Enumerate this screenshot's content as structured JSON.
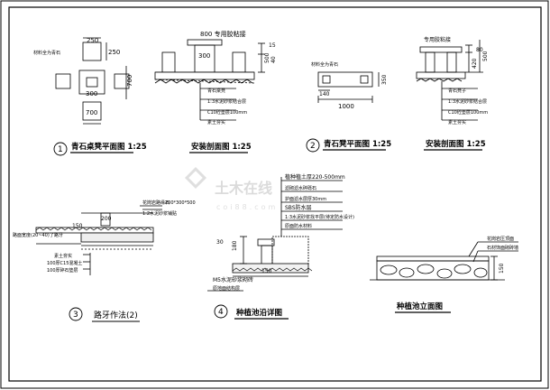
{
  "drawings": {
    "d1": {
      "number": "1",
      "title": "青石桌凳平面图 1:25",
      "material_label": "材料全为青石",
      "dims": {
        "stool_w": "250",
        "stool_h": "250",
        "center": "300",
        "table_w": "700",
        "overall": "700"
      }
    },
    "d1s": {
      "title": "安装剖面图 1:25",
      "top_label": "800 专用胶粘接",
      "dims": {
        "d300": "300",
        "d500": "500",
        "d15": "15",
        "d40": "40"
      },
      "layers": [
        "青石桌凳",
        "1:3水泥砂浆结合层",
        "C10砼垫层100mm",
        "素土夯实"
      ]
    },
    "d2": {
      "number": "2",
      "title": "青石凳平面图 1:25",
      "material_label": "材料全为青石",
      "dims": {
        "d140": "140",
        "d1000": "1000",
        "d350": "350"
      }
    },
    "d2s": {
      "title": "安装剖面图 1:25",
      "top_label": "专用胶粘接",
      "dims": {
        "d420": "420",
        "d80": "80",
        "d500": "500"
      },
      "layers": [
        "青石凳子",
        "1:3水泥砂浆结合层",
        "C10砼垫层100mm",
        "素土夯实"
      ]
    },
    "d3": {
      "number": "3",
      "title": "路牙作法(2)",
      "dims": {
        "d200": "200",
        "d150": "150"
      },
      "labels": [
        "花岗岩路缘石",
        "200*300*500",
        "1:2水泥砂浆铺贴",
        "路面宽度(20~40)了路牙",
        "素土夯实",
        "100厚C15混凝土",
        "100厚碎石垫层"
      ]
    },
    "d4": {
      "number": "4",
      "title": "种植池沿详图",
      "dims": {
        "d30": "30",
        "d180": "180",
        "d150": "150"
      },
      "labels": [
        "植种植土厚220-500mm",
        "滤砌滤水碎砾石",
        "护面滤水层厚30mm",
        "SBS防水层",
        "1:3水泥砂浆找平层(待定防水设计)",
        "原面防水材料",
        "M5水泥砂浆砌砖",
        "原地面结构层"
      ]
    },
    "d5": {
      "title": "种植池立面图",
      "dims": {
        "d150": "150"
      },
      "labels": [
        "花岗岩压顶面",
        "石材饰面砌砖墙"
      ]
    }
  },
  "watermark": {
    "text": "土木在线",
    "sub": "coi88.com"
  }
}
